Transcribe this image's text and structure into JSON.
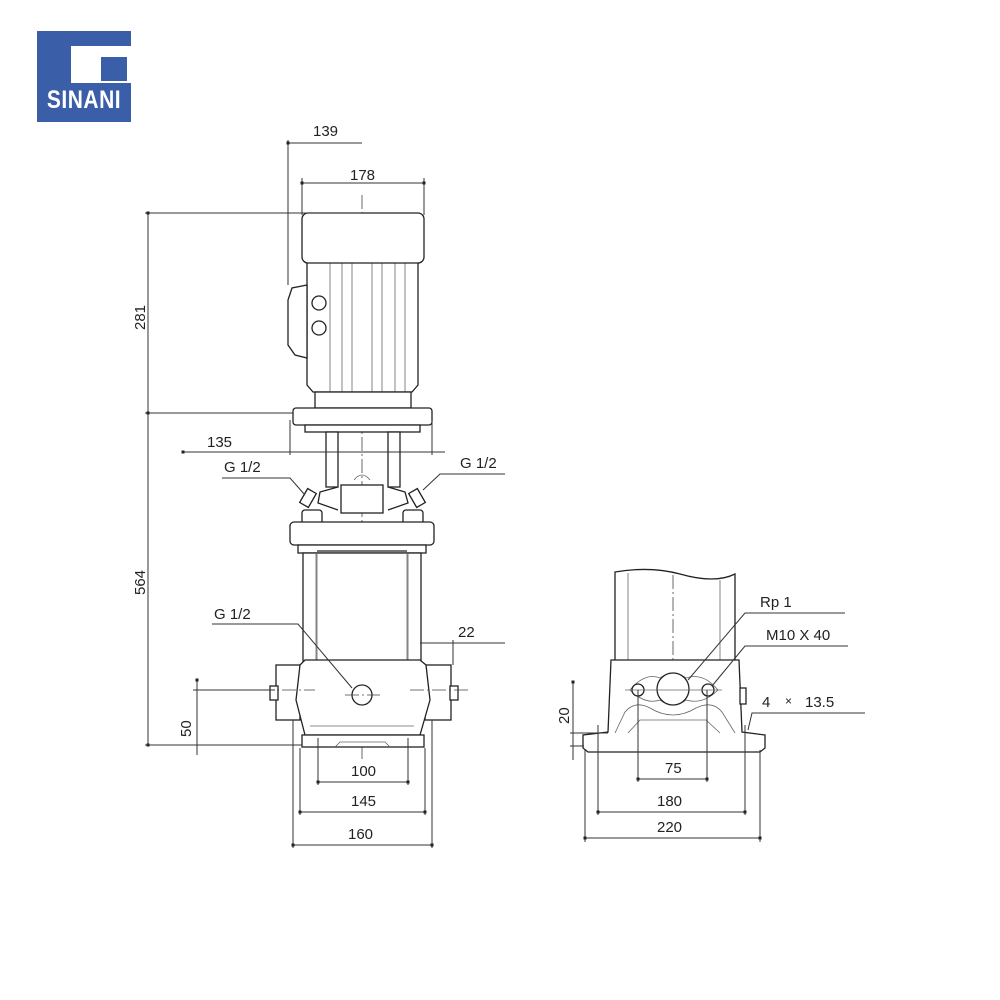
{
  "logo": {
    "text": "SINANI",
    "color": "#3a5ea8"
  },
  "front_view": {
    "dims": {
      "motor_offset": "139",
      "motor_width": "178",
      "motor_height": "281",
      "pump_height": "564",
      "flange_width": "135",
      "port_left_label": "G 1/2",
      "port_right_label": "G 1/2",
      "drain_label": "G 1/2",
      "side_offset": "22",
      "inlet_height": "50",
      "foot_inner": "100",
      "foot_mid": "145",
      "foot_outer": "160"
    }
  },
  "side_view": {
    "dims": {
      "port_label": "Rp 1",
      "bolt_label": "M10 X 40",
      "holes_label_count": "4",
      "holes_label_x": "×",
      "holes_label_size": "13.5",
      "foot_height": "20",
      "bolt_spacing": "75",
      "hole_spacing": "180",
      "base_width": "220"
    }
  }
}
